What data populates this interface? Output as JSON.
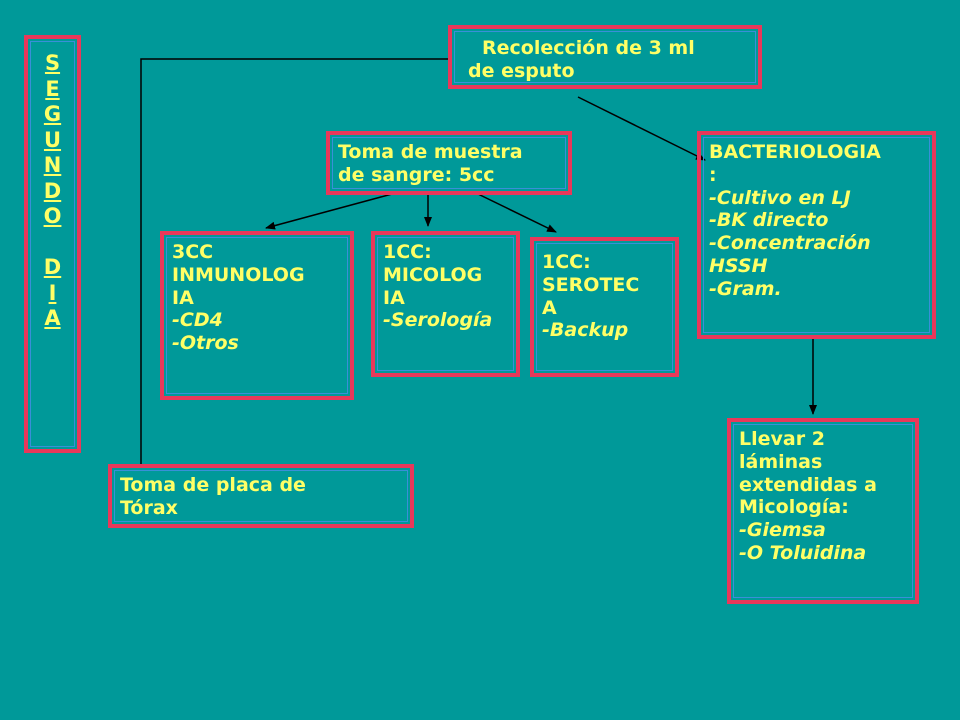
{
  "segundo_dia": [
    "S",
    "E",
    "G",
    "U",
    "N",
    "D",
    "O",
    "",
    "D",
    "I",
    "A"
  ],
  "recoleccion": {
    "lines": [
      "Recolección de 3 ml",
      "de esputo"
    ]
  },
  "toma_sangre": {
    "lines": [
      "Toma de muestra",
      "de sangre: 5cc"
    ]
  },
  "bacteriologia": {
    "lines": [
      "BACTERIOLOGIA",
      ":"
    ],
    "items": [
      "-Cultivo en LJ",
      "-BK directo",
      "-Concentración",
      "HSSH",
      "-Gram."
    ]
  },
  "inmunologia": {
    "lines": [
      "3CC",
      "INMUNOLOG",
      "IA"
    ],
    "items": [
      "-CD4",
      "-Otros"
    ]
  },
  "micologia": {
    "lines": [
      "1CC:",
      "MICOLOG",
      "IA"
    ],
    "items": [
      "-Serología"
    ]
  },
  "serotec": {
    "lines": [
      "1CC:",
      "SEROTEC",
      "A"
    ],
    "items": [
      "-Backup"
    ]
  },
  "torax": {
    "lines": [
      "Toma de placa de",
      "Tórax"
    ]
  },
  "laminas": {
    "lines": [
      "Llevar 2",
      "láminas",
      "extendidas a",
      "Micología:"
    ],
    "items": [
      "-Giemsa",
      "-O Toluidina"
    ]
  }
}
